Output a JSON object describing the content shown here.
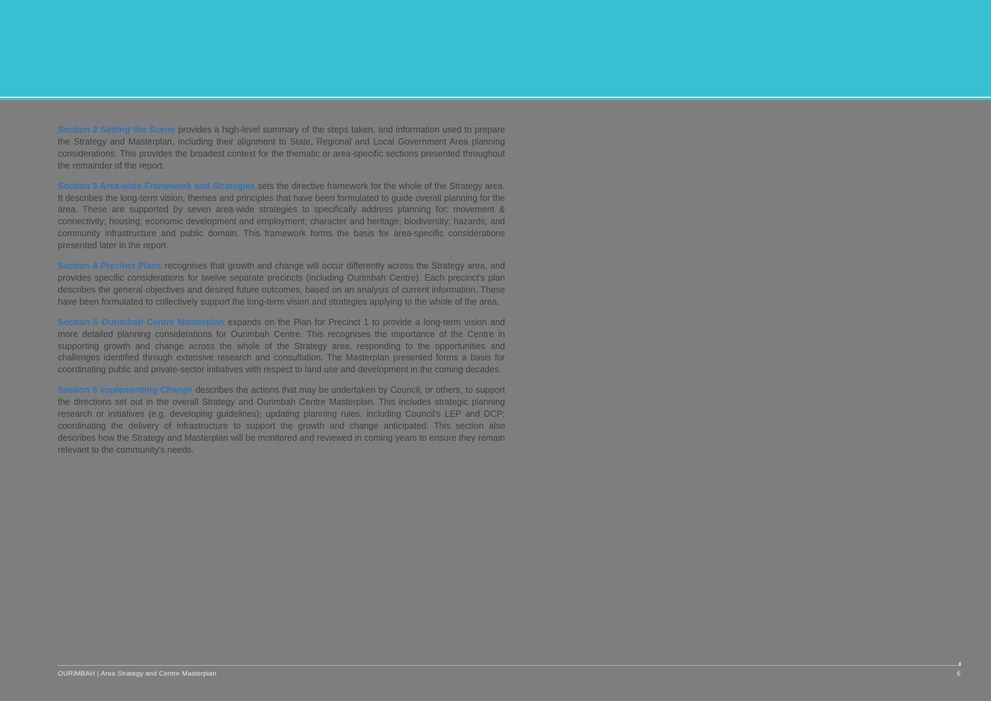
{
  "page": {
    "header_band_color": "#37c0d2",
    "background_color": "#7e7e7e",
    "heading_color": "#2e74b5",
    "body_text_color": "#3e3e3e"
  },
  "sections": [
    {
      "heading": "Section 2 Setting the Scene",
      "body": " provides a high-level summary of the steps taken, and information used to prepare the Strategy and Masterplan, including their alignment to State, Regional and Local Government Area planning considerations. This provides the broadest context for the thematic or area-specific sections presented throughout the remainder of the report."
    },
    {
      "heading": "Section 3 Area-wide Framework and Strategies",
      "body": " sets the directive framework for the whole of the Strategy area. It describes the long-term vision, themes and principles that have been formulated to guide overall planning for the area. These are supported by seven area-wide strategies to specifically address planning for: movement & connectivity; housing; economic development and employment; character and heritage; biodiversity; hazards; and community infrastructure and public domain. This framework forms the basis for area-specific considerations presented later in the report."
    },
    {
      "heading": "Section 4 Precinct Plans",
      "body": " recognises that growth and change will occur differently across the Strategy area, and provides specific considerations for twelve separate precincts (including Ourimbah Centre). Each precinct's plan describes the general objectives and desired future outcomes, based on an analysis of current information. These have been formulated to collectively support the long-term vision and strategies applying to the whole of the area."
    },
    {
      "heading": "Section 5 Ourimbah Centre Masterplan",
      "body": " expands on the Plan for Precinct 1 to provide a long-term vision and more detailed planning considerations for Ourimbah Centre. This recognises the importance of the Centre in supporting growth and change across the whole of the Strategy area, responding to the opportunities and challenges identified through extensive research and consultation. The Masterplan presented forms a basis for coordinating public and private-sector initiatives with respect to land use and development in the coming decades."
    },
    {
      "heading": "Section 6 Implementing Change",
      "body": " describes the actions that may be undertaken by Council, or others, to support the directions set out in the overall Strategy and Ourimbah Centre Masterplan. This includes strategic planning research or initiatives (e.g. developing guidelines); updating planning rules, including Council's LEP and DCP; coordinating the delivery of infrastructure to support the growth and change anticipated. This section also describes how the Strategy and Masterplan will be monitored and reviewed in coming years to ensure they remain relevant to the community's needs."
    }
  ],
  "footer": {
    "left": "OURIMBAH | Area Strategy and Centre Masterplan",
    "page_number": "6"
  }
}
